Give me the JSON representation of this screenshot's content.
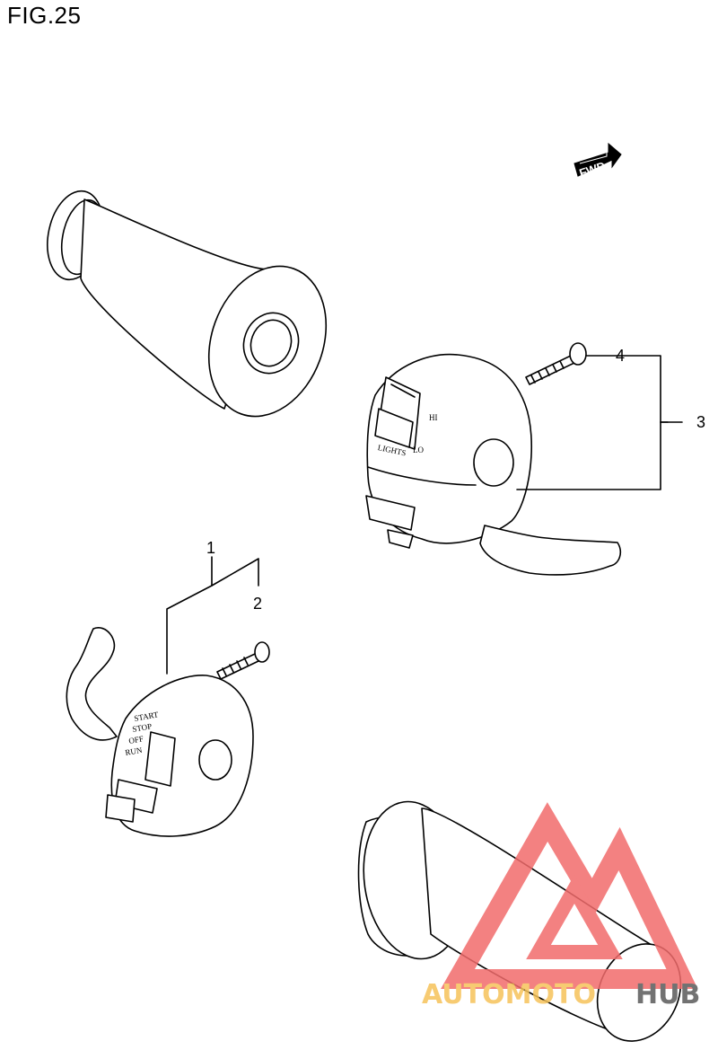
{
  "figure": {
    "title": "FIG.25"
  },
  "direction_badge": {
    "label": "FWD",
    "icon": "forward-arrow-icon"
  },
  "callouts": {
    "c1": "1",
    "c2": "2",
    "c3": "3",
    "c4": "4"
  },
  "switch_labels": {
    "right": {
      "hi": "HI",
      "lo": "LO",
      "lights": "LIGHTS"
    },
    "left": {
      "l1": "START",
      "l2": "STOP",
      "l3": "OFF",
      "l4": "RUN"
    }
  },
  "watermark": {
    "part_a": "AUTOMOTO",
    "part_b": "HUB",
    "logo": "triangle-logo-icon"
  },
  "colors": {
    "line": "#000000",
    "watermark_red": "#f26c6c",
    "watermark_gold": "#f6c35a",
    "watermark_grey": "#5a5a5a"
  }
}
